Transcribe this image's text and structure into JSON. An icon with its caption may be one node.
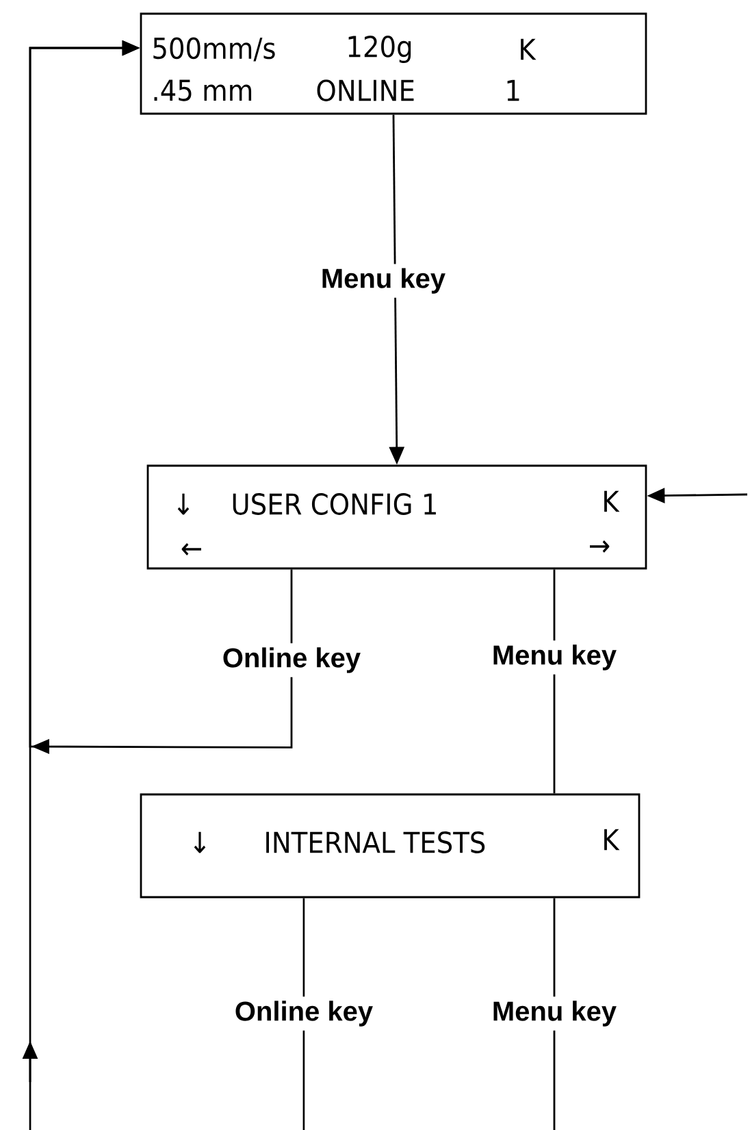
{
  "diagram": {
    "nodes": [
      {
        "text": [
          "500mm/s",
          "120g",
          "K",
          ".45 mm",
          "ONLINE",
          "1"
        ]
      },
      {
        "text": [
          "↓",
          "USER CONFIG 1",
          "K",
          "←",
          "→"
        ]
      },
      {
        "text": [
          "↓",
          "INTERNAL TESTS",
          "K"
        ]
      }
    ],
    "edges": [
      {
        "from": 0,
        "to": 1,
        "arrow": "to",
        "label": "Menu key"
      },
      {
        "from": 1,
        "to": 0,
        "arrow": "to",
        "label": "Online key"
      },
      {
        "from": 1,
        "to": 2,
        "arrow": "none",
        "label": "Menu key"
      },
      {
        "from": 2,
        "to": null,
        "arrow": "none",
        "label": "Online key"
      },
      {
        "from": 2,
        "to": null,
        "arrow": "none",
        "label": "Menu key"
      },
      {
        "from": null,
        "to": 1,
        "arrow": "to"
      },
      {
        "from": null,
        "to": 0,
        "arrow": "to"
      }
    ]
  }
}
